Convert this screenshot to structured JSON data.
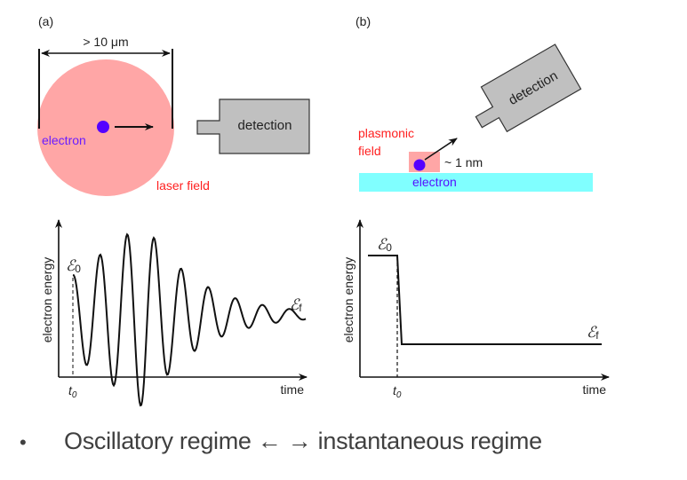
{
  "panel_a": {
    "label": "(a)",
    "dimension_label": "> 10 μm",
    "electron_label": "electron",
    "field_label": "laser field",
    "detector_label": "detection",
    "graph": {
      "ylabel": "electron energy",
      "xlabel": "time",
      "t0_label": "t",
      "t0_sub": "0",
      "e0_label": "ℰ",
      "e0_sub": "0",
      "ef_label": "ℰ",
      "ef_sub": "f"
    }
  },
  "panel_b": {
    "label": "(b)",
    "field_label_line1": "plasmonic",
    "field_label_line2": "field",
    "distance_label": "~ 1 nm",
    "electron_label": "electron",
    "detector_label": "detection",
    "graph": {
      "ylabel": "electron energy",
      "xlabel": "time",
      "t0_label": "t",
      "t0_sub": "0",
      "e0_label": "ℰ",
      "e0_sub": "0",
      "ef_label": "ℰ",
      "ef_sub": "f"
    }
  },
  "colors": {
    "laser_field": "#ffa6a6",
    "electron": "#5500ff",
    "field_text": "#ff2020",
    "detector_fill": "#c0c0c0",
    "surface": "#80ffff",
    "text": "#222222"
  },
  "caption": {
    "bullet": "•",
    "text": "Oscillatory regime ← → instantaneous regime"
  }
}
